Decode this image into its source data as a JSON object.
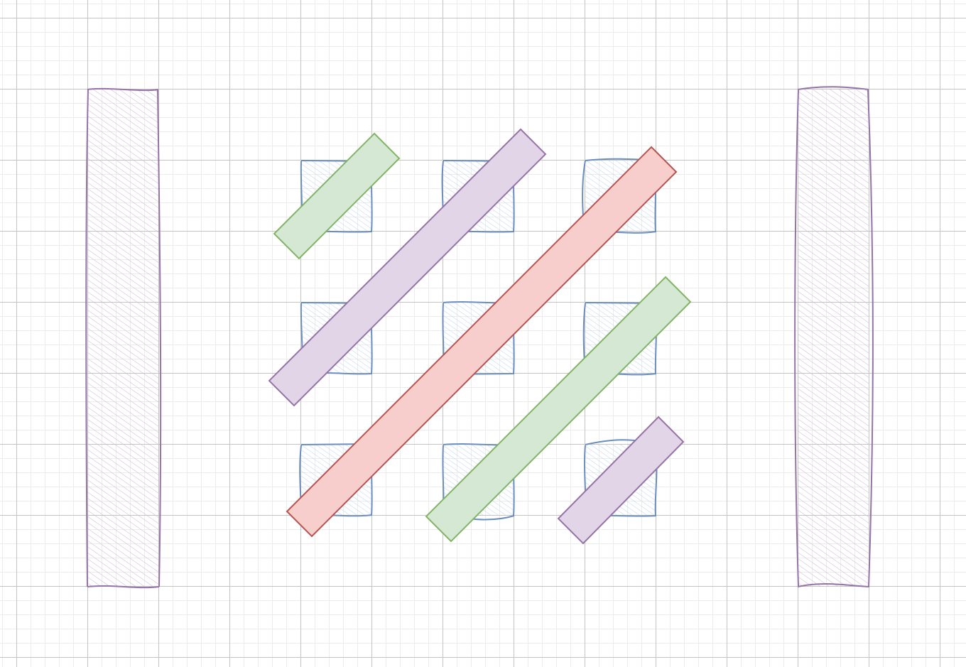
{
  "diagram": {
    "theme": {
      "purple_stroke": "#9673a6",
      "purple_fill": "#e1d5e7",
      "blue_stroke": "#6c8ebf",
      "blue_fill": "#dae8fc",
      "green_stroke": "#82b366",
      "green_fill": "#d5e8d4",
      "red_stroke": "#b85450",
      "red_fill": "#f8cecc",
      "grid_major": "#c4c4c4",
      "grid_minor": "#ececec"
    },
    "side_panels": [
      {
        "id": "left-panel",
        "fill": "purple",
        "style": "sketch-hatched"
      },
      {
        "id": "right-panel",
        "fill": "purple",
        "style": "sketch-hatched"
      }
    ],
    "grid_squares": {
      "rows": 3,
      "cols": 3,
      "fill": "blue",
      "style": "sketch-hatched"
    },
    "diagonal_bars": [
      {
        "id": "bar-1",
        "color": "green"
      },
      {
        "id": "bar-2",
        "color": "purple"
      },
      {
        "id": "bar-3",
        "color": "red"
      },
      {
        "id": "bar-4",
        "color": "green"
      },
      {
        "id": "bar-5",
        "color": "purple"
      }
    ]
  }
}
